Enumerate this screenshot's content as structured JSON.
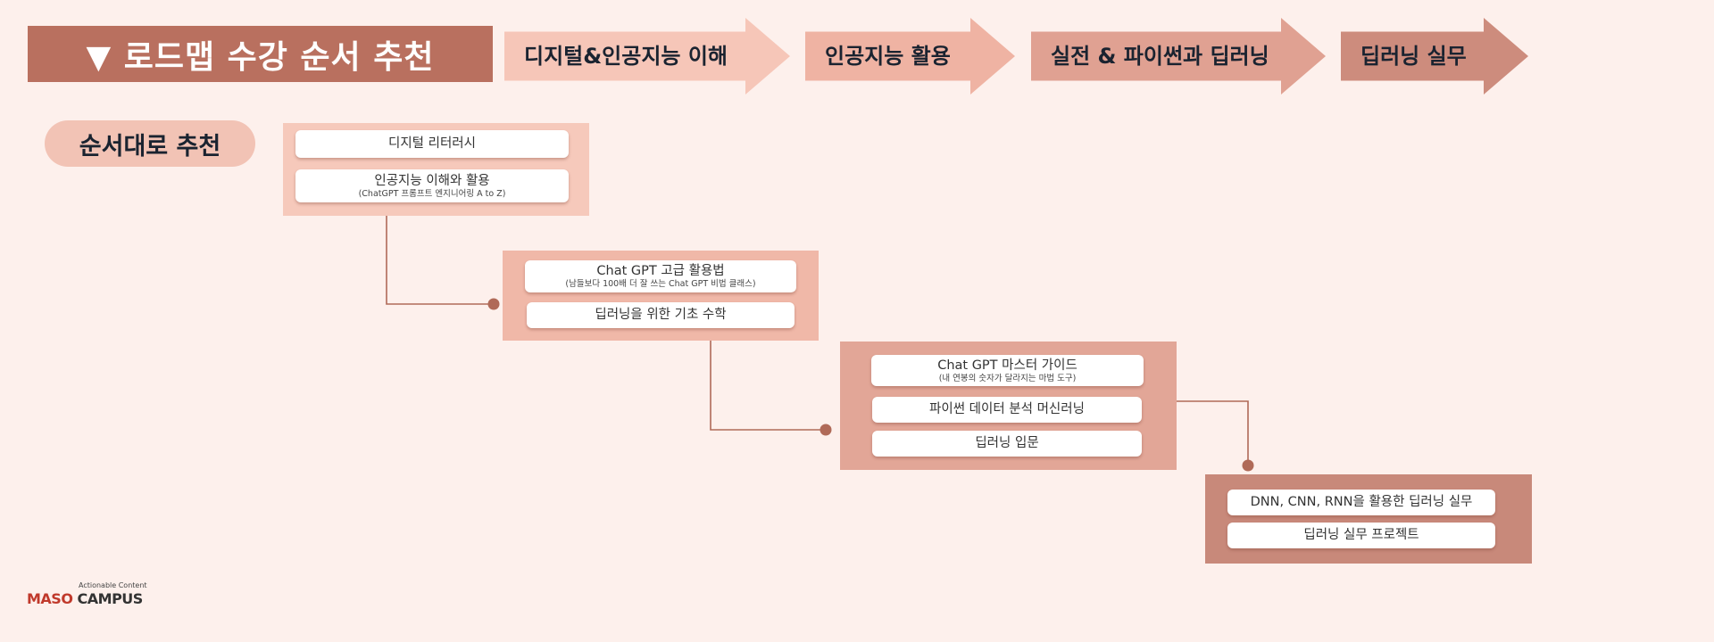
{
  "title": "▼ 로드맵 수강 순서 추천",
  "stages": [
    "디지털&인공지능 이해",
    "인공지능 활용",
    "실전 & 파이썬과 딥러닝",
    "딥러닝 실무"
  ],
  "order_label": "순서대로 추천",
  "groups": [
    {
      "courses": [
        {
          "name": "디지털 리터러시",
          "sub": ""
        },
        {
          "name": "인공지능 이해와 활용",
          "sub": "(ChatGPT 프롬프트 엔지니어링 A to Z)"
        }
      ]
    },
    {
      "courses": [
        {
          "name": "Chat GPT 고급 활용법",
          "sub": "(남들보다 100배 더 잘 쓰는 Chat GPT 비법 클래스)"
        },
        {
          "name": "딥러닝을 위한 기초 수학",
          "sub": ""
        }
      ]
    },
    {
      "courses": [
        {
          "name": "Chat GPT 마스터 가이드",
          "sub": "(내 연봉의 숫자가 달라지는 마법 도구)"
        },
        {
          "name": "파이썬 데이터 분석 머신러닝",
          "sub": ""
        },
        {
          "name": "딥러닝 입문",
          "sub": ""
        }
      ]
    },
    {
      "courses": [
        {
          "name": "DNN, CNN, RNN을 활용한 딥러닝 실무",
          "sub": ""
        },
        {
          "name": "딥러닝 실무 프로젝트",
          "sub": ""
        }
      ]
    }
  ],
  "logo": {
    "tagline": "Actionable Content",
    "brand_1": "MASO",
    "brand_2": "CAMPUS"
  },
  "colors": {
    "background": "#fdf0ec",
    "stage_1": "#f6c6b8",
    "stage_2": "#efb3a3",
    "stage_3": "#e0a192",
    "stage_4": "#cd8c7d",
    "title_bg": "#b9705f",
    "connector": "#b06a58"
  }
}
